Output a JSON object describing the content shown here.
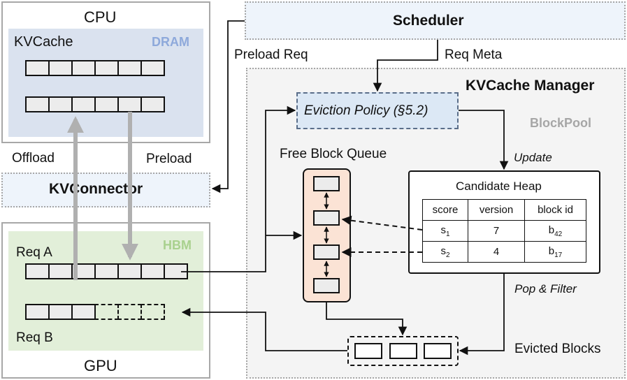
{
  "cpu": {
    "title": "CPU",
    "kvcache_label": "KVCache",
    "memory_label": "DRAM"
  },
  "gpu": {
    "title": "GPU",
    "memory_label": "HBM",
    "req_a": "Req A",
    "req_b": "Req B"
  },
  "kvconnector": {
    "label": "KVConnector",
    "offload": "Offload",
    "preload": "Preload"
  },
  "scheduler": {
    "label": "Scheduler",
    "preload_req": "Preload Req",
    "req_meta": "Req Meta"
  },
  "manager": {
    "title": "KVCache Manager",
    "blockpool": "BlockPool",
    "eviction_policy": "Eviction Policy (§5.2)",
    "free_block_queue": "Free Block Queue",
    "update": "Update",
    "pop_filter": "Pop & Filter",
    "evicted_blocks": "Evicted Blocks"
  },
  "candidate_heap": {
    "title": "Candidate Heap",
    "headers": [
      "score",
      "version",
      "block id"
    ],
    "rows": [
      {
        "score": "s",
        "score_sub": "1",
        "version": "7",
        "block": "b",
        "block_sub": "42"
      },
      {
        "score": "s",
        "score_sub": "2",
        "version": "4",
        "block": "b",
        "block_sub": "17"
      }
    ]
  },
  "colors": {
    "dram_fill": "#dae2ef",
    "dram_label": "#8ea9db",
    "hbm_fill": "#e2efd9",
    "hbm_label": "#a9d18e",
    "connector_fill": "#eef4fb",
    "eviction_fill": "#dce8f5",
    "queue_fill": "#fbe3d5",
    "manager_fill": "#f4f4f4",
    "arrow_gray": "#b0b0b0"
  }
}
